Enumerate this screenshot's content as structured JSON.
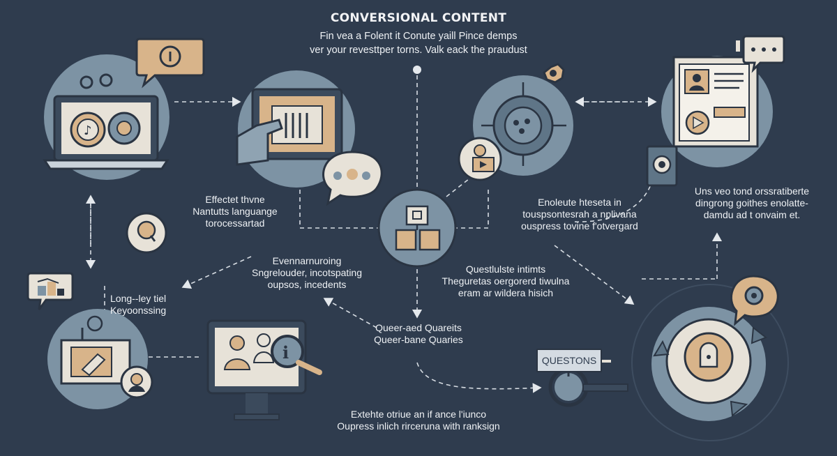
{
  "title": "CONVERSIONAL CONTENT",
  "subtitle": {
    "line1": "Fin vea a Folent it Conute yaill Pince demps",
    "line2": "ver your revesttper torns. Valk eack the praudust"
  },
  "labels": {
    "natural_language": [
      "Effectet thvne",
      "Nantutts languange",
      "torocessartad"
    ],
    "longtail": [
      "Long--ley tiel",
      "Keyoonssing"
    ],
    "events": [
      "Evennarnuroing",
      "Sngrelouder, incotspating",
      "oupsos, incedents"
    ],
    "evaluate": [
      "Enoleute hteseta in",
      "touspsontesrah a nplivana",
      "ouspress tovine f'otvergard"
    ],
    "right_top": [
      "Uns veo tond orssratiberte",
      "dingrong goithes enolatte-",
      "damdu ad t onvaim et."
    ],
    "questions_text": [
      "Questlulste intimts",
      "Theguretas oergorerd tiwulna",
      "eram ar wildera hisich"
    ],
    "queries": [
      "Queer-aed Quareits",
      "Queer-bane Quaries"
    ],
    "bottom": [
      "Extehte otriue an if ance l'iunco",
      "Oupress inlich rirceruna with ranksign"
    ]
  },
  "questions_tag": "QUESTONS",
  "colors": {
    "background": "#2f3c4e",
    "circle": "#7d93a4",
    "accent_tan": "#d8b48a",
    "panel_light": "#e7e2d8",
    "line": "#d7dde3"
  },
  "icons": [
    "laptop-media-icon",
    "chat-bubble-icon",
    "hand-screen-icon",
    "speech-bubble-icon",
    "gear-network-icon",
    "document-video-icon",
    "ellipsis-bubble-icon",
    "search-bubble-icon",
    "chart-bubble-icon",
    "tablet-edit-icon",
    "monitor-search-icon",
    "people-hub-icon",
    "cycle-lock-icon",
    "magnifier-icon",
    "gear-bubble-icon"
  ]
}
